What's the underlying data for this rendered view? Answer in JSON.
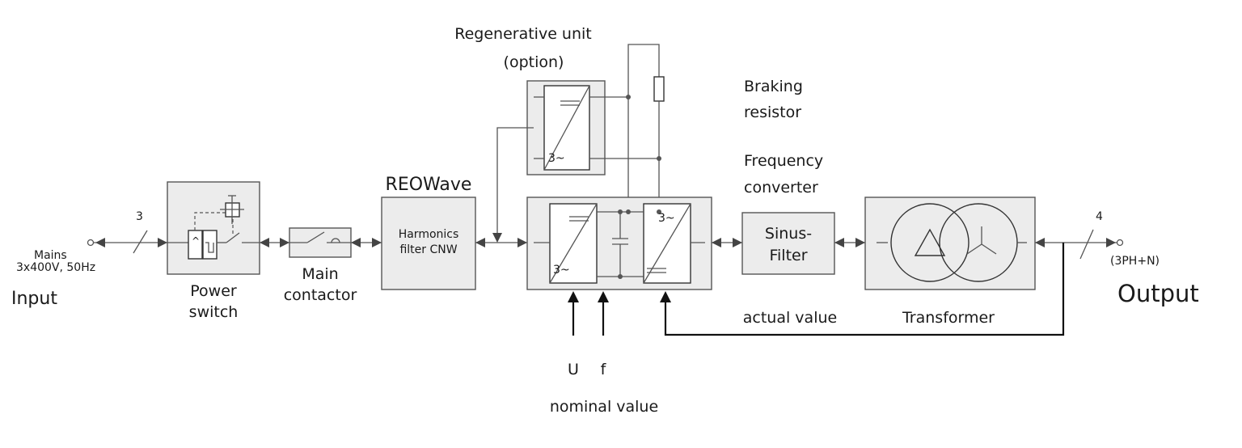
{
  "input": {
    "title": "Input",
    "mains_line1": "Mains",
    "mains_line2": "3x400V, 50Hz",
    "phase_count": "3"
  },
  "output": {
    "title": "Output",
    "spec": "(3PH+N)",
    "phase_count": "4"
  },
  "power_switch": {
    "line1": "Power",
    "line2": "switch"
  },
  "main_contactor": {
    "line1": "Main",
    "line2": "contactor"
  },
  "harmonics_filter": {
    "brand": "REOWave",
    "line1": "Harmonics",
    "line2": "filter CNW"
  },
  "regenerative_unit": {
    "line1": "Regenerative unit",
    "line2": "(option)"
  },
  "braking_resistor": {
    "line1": "Braking",
    "line2": "resistor"
  },
  "frequency_converter": {
    "line1": "Frequency",
    "line2": "converter"
  },
  "sinus_filter": {
    "line1": "Sinus-",
    "line2": "Filter"
  },
  "transformer": {
    "label": "Transformer"
  },
  "feedback": {
    "label": "actual value"
  },
  "setpoints": {
    "u": "U",
    "f": "f",
    "label": "nominal value"
  },
  "symbols": {
    "ac": "3~"
  }
}
